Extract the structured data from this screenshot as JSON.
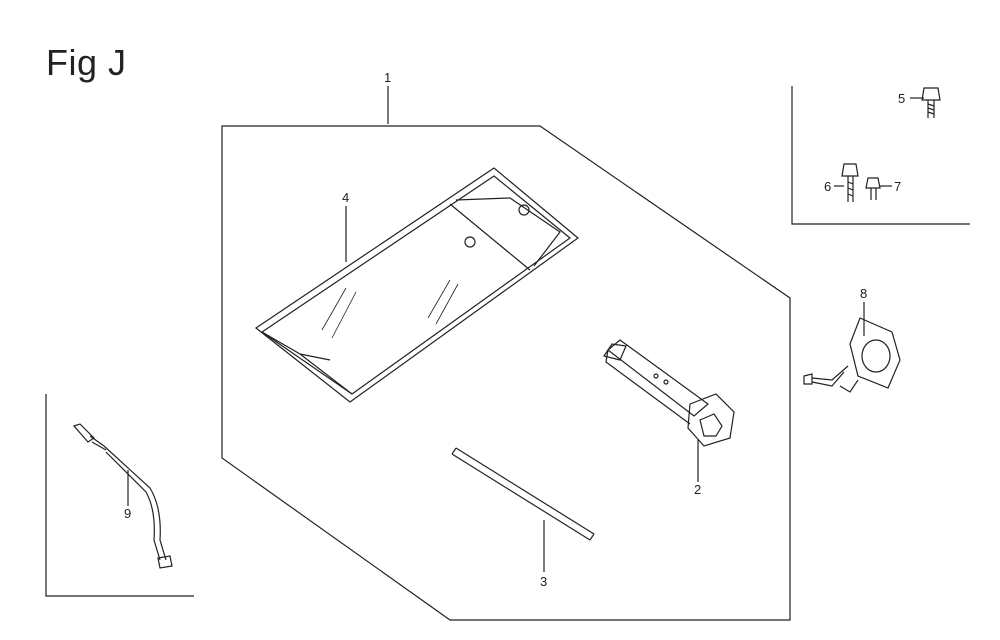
{
  "figure": {
    "title": "Fig J"
  },
  "callouts": [
    {
      "id": "1",
      "label": "1"
    },
    {
      "id": "2",
      "label": "2"
    },
    {
      "id": "3",
      "label": "3"
    },
    {
      "id": "4",
      "label": "4"
    },
    {
      "id": "5",
      "label": "5"
    },
    {
      "id": "6",
      "label": "6"
    },
    {
      "id": "7",
      "label": "7"
    },
    {
      "id": "8",
      "label": "8"
    },
    {
      "id": "9",
      "label": "9"
    }
  ],
  "colors": {
    "line": "#222222",
    "background": "#ffffff"
  }
}
